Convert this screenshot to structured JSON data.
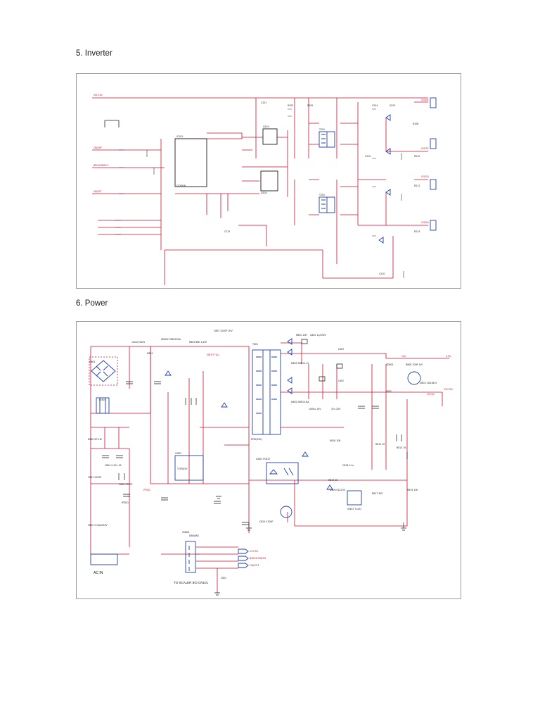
{
  "sections": [
    {
      "heading": "5. Inverter"
    },
    {
      "heading": "6. Power"
    }
  ],
  "power": {
    "ac_in": "AC IN",
    "to_scaler": "TO SCALER B'D CN101",
    "connector_signals": [
      "VCC5V",
      "BRIGHTNESS",
      "ON/OFF"
    ],
    "output_14v": "14V",
    "output_5v": "VCC5V"
  },
  "colors": {
    "wire_red": "#c4122f",
    "wire_magenta": "#b0126e",
    "component_blue": "#1f3ea8",
    "component_black": "#1a1a1a"
  }
}
